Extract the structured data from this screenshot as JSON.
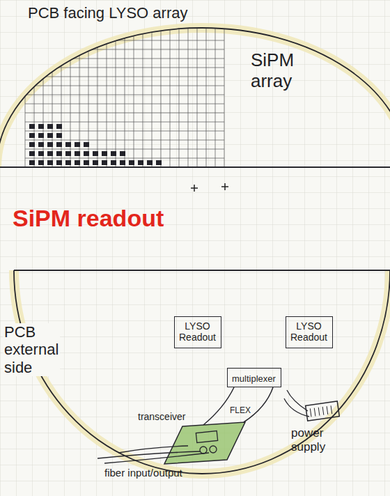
{
  "diagram": {
    "title": "SiPM readout",
    "nodes": [
      {
        "text": [
          "PCB facing LYSO array",
          "SiPM array"
        ]
      },
      {
        "text": [
          "PCB external side"
        ]
      },
      {
        "text": [
          "LYSO Readout"
        ],
        "in": 1
      },
      {
        "text": [
          "LYSO Readout"
        ],
        "in": 1
      },
      {
        "text": [
          "multiplexer"
        ],
        "in": 1
      }
    ],
    "labels": [
      "FLEX",
      "transceiver",
      "fiber input/output",
      "power supply"
    ]
  }
}
